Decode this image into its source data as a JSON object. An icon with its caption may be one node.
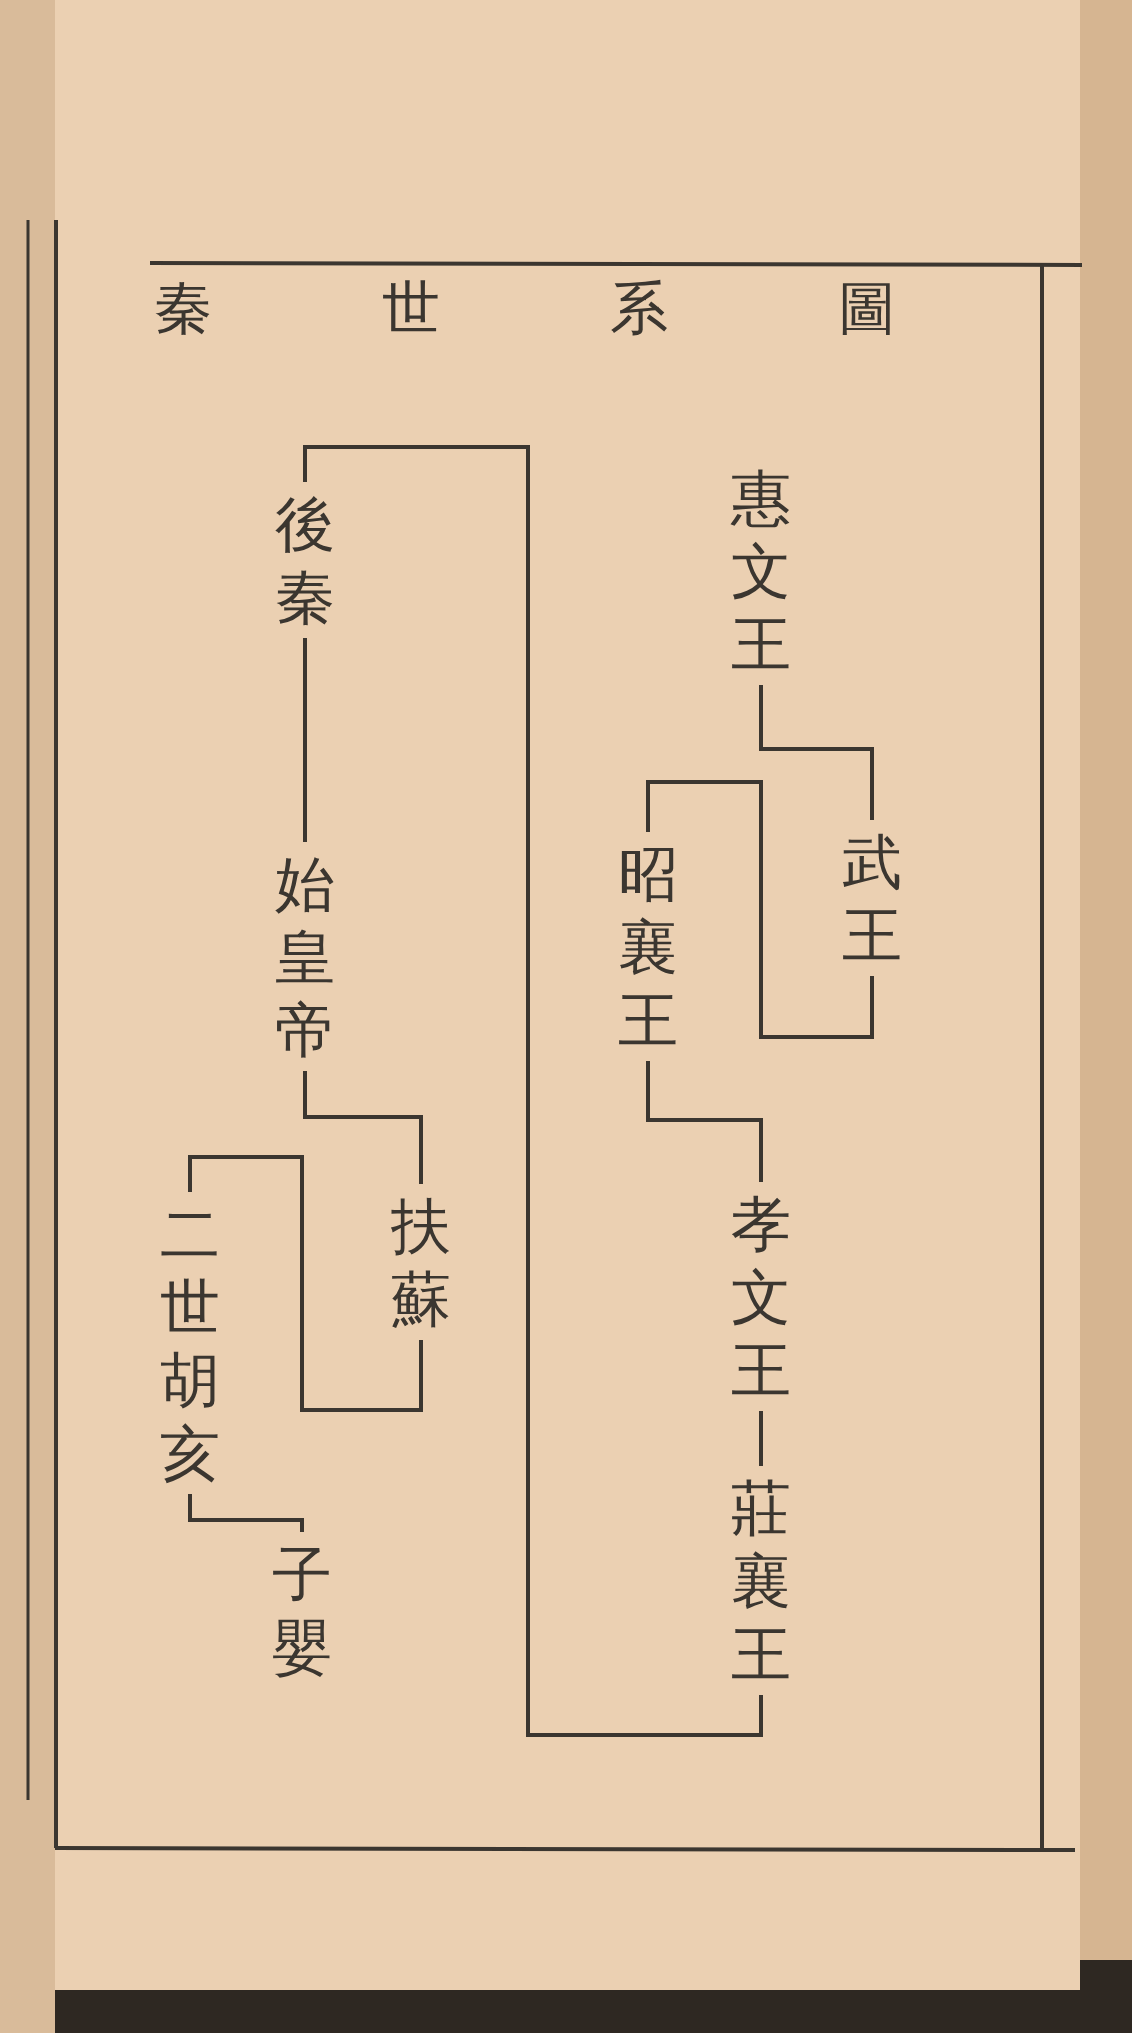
{
  "diagram": {
    "title": "秦世系圖",
    "nodes": [
      {
        "text": [
          "惠文王"
        ]
      },
      {
        "text": [
          "武王"
        ]
      },
      {
        "text": [
          "昭襄王"
        ]
      },
      {
        "text": [
          "孝文王"
        ]
      },
      {
        "text": [
          "莊襄王"
        ]
      },
      {
        "text": [
          "後秦"
        ]
      },
      {
        "text": [
          "始皇帝"
        ]
      },
      {
        "text": [
          "扶蘇"
        ]
      },
      {
        "text": [
          "二世胡亥"
        ]
      },
      {
        "text": [
          "子嬰"
        ]
      }
    ],
    "edges": [
      {
        "from": 0,
        "to": 1,
        "arrow": "none"
      },
      {
        "from": 1,
        "to": 2,
        "arrow": "none"
      },
      {
        "from": 2,
        "to": 3,
        "arrow": "none"
      },
      {
        "from": 3,
        "to": 4,
        "arrow": "none"
      },
      {
        "from": 4,
        "to": 5,
        "arrow": "none"
      },
      {
        "from": 5,
        "to": 6,
        "arrow": "none"
      },
      {
        "from": 6,
        "to": 7,
        "arrow": "none"
      },
      {
        "from": 7,
        "to": 8,
        "arrow": "none"
      },
      {
        "from": 8,
        "to": 9,
        "arrow": "none"
      }
    ]
  }
}
